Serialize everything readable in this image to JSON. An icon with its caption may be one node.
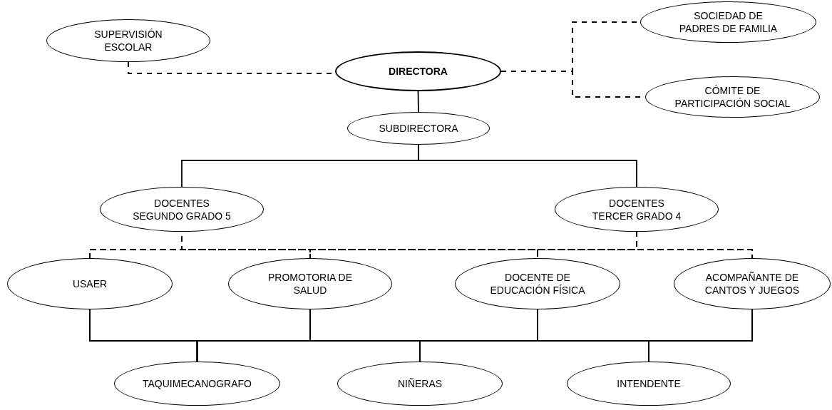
{
  "diagram": {
    "nodes": [
      {
        "text": [
          "SUPERVISIÓN ESCOLAR"
        ]
      },
      {
        "text": [
          "DIRECTORA"
        ]
      },
      {
        "text": [
          "SOCIEDAD DE PADRES DE FAMILIA"
        ]
      },
      {
        "text": [
          "CÓMITE DE PARTICIPACIÓN SOCIAL"
        ]
      },
      {
        "text": [
          "SUBDIRECTORA"
        ]
      },
      {
        "text": [
          "DOCENTES SEGUNDO GRADO 5"
        ]
      },
      {
        "text": [
          "DOCENTES TERCER GRADO 4"
        ]
      },
      {
        "text": [
          "USAER"
        ]
      },
      {
        "text": [
          "PROMOTORIA DE SALUD"
        ]
      },
      {
        "text": [
          "DOCENTE DE EDUCACIÓN FÍSICA"
        ]
      },
      {
        "text": [
          "ACOMPAÑANTE DE CANTOS Y JUEGOS"
        ]
      },
      {
        "text": [
          "TAQUIMECANOGRAFO"
        ]
      },
      {
        "text": [
          "NIÑERAS"
        ]
      },
      {
        "text": [
          "INTENDENTE"
        ]
      }
    ],
    "edges": [
      {
        "from": 0,
        "to": 1,
        "arrow": "none",
        "style": "dashed"
      },
      {
        "from": 1,
        "to": 2,
        "arrow": "none",
        "style": "dashed"
      },
      {
        "from": 1,
        "to": 3,
        "arrow": "none",
        "style": "dashed"
      },
      {
        "from": 1,
        "to": 4,
        "arrow": "none"
      },
      {
        "from": 4,
        "to": 5,
        "arrow": "none"
      },
      {
        "from": 4,
        "to": 6,
        "arrow": "none"
      },
      {
        "from": 5,
        "to": 7,
        "arrow": "none",
        "style": "dashed"
      },
      {
        "from": 5,
        "to": 8,
        "arrow": "none",
        "style": "dashed"
      },
      {
        "from": 5,
        "to": 9,
        "arrow": "none",
        "style": "dashed"
      },
      {
        "from": 5,
        "to": 10,
        "arrow": "none",
        "style": "dashed"
      },
      {
        "from": 6,
        "to": 7,
        "arrow": "none",
        "style": "dashed"
      },
      {
        "from": 6,
        "to": 8,
        "arrow": "none",
        "style": "dashed"
      },
      {
        "from": 6,
        "to": 9,
        "arrow": "none",
        "style": "dashed"
      },
      {
        "from": 6,
        "to": 10,
        "arrow": "none",
        "style": "dashed"
      },
      {
        "from": 7,
        "to": 11,
        "arrow": "none"
      },
      {
        "from": 7,
        "to": 12,
        "arrow": "none"
      },
      {
        "from": 7,
        "to": 13,
        "arrow": "none"
      },
      {
        "from": 8,
        "to": 11,
        "arrow": "none"
      },
      {
        "from": 8,
        "to": 12,
        "arrow": "none"
      },
      {
        "from": 8,
        "to": 13,
        "arrow": "none"
      },
      {
        "from": 9,
        "to": 11,
        "arrow": "none"
      },
      {
        "from": 9,
        "to": 12,
        "arrow": "none"
      },
      {
        "from": 9,
        "to": 13,
        "arrow": "none"
      },
      {
        "from": 10,
        "to": 11,
        "arrow": "none"
      },
      {
        "from": 10,
        "to": 12,
        "arrow": "none"
      },
      {
        "from": 10,
        "to": 13,
        "arrow": "none"
      }
    ]
  }
}
